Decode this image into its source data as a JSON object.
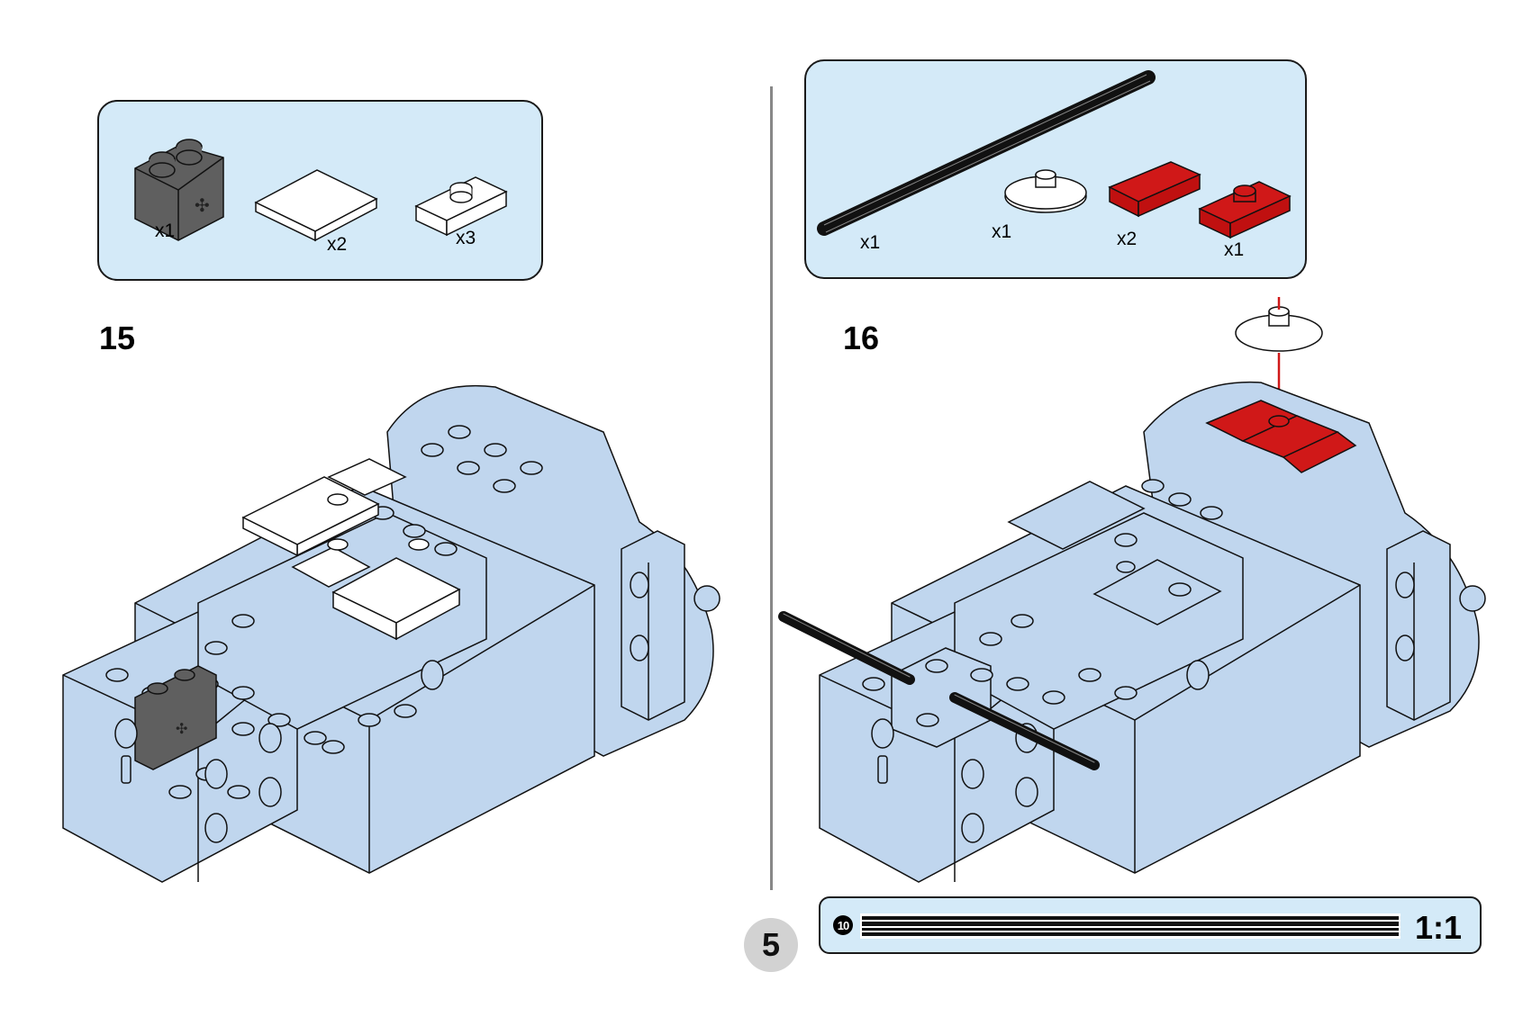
{
  "page": {
    "page_number": "5",
    "divider": "vertical-divider"
  },
  "steps": [
    {
      "step_number": "15",
      "parts": [
        {
          "name": "technic-brick-1x2-axle-hole",
          "color": "#5f5f5f",
          "qty": "x1"
        },
        {
          "name": "tile-2x2",
          "color": "#ffffff",
          "qty": "x2"
        },
        {
          "name": "plate-1x2-jumper",
          "color": "#ffffff",
          "qty": "x3"
        }
      ]
    },
    {
      "step_number": "16",
      "parts": [
        {
          "name": "technic-axle-10",
          "color": "#111111",
          "qty": "x1"
        },
        {
          "name": "dish-round",
          "color": "#ffffff",
          "qty": "x1"
        },
        {
          "name": "tile-1x2",
          "color": "#d01818",
          "qty": "x2"
        },
        {
          "name": "plate-1x2-jumper",
          "color": "#d01818",
          "qty": "x1"
        }
      ],
      "callout": {
        "axle_length": "10",
        "scale": "1:1"
      }
    }
  ],
  "colors": {
    "model_body": "#c0d6ee",
    "parts_box_bg": "#d4eaf8",
    "highlight_red": "#d01818",
    "arrow_red": "#d01818",
    "dark_gray": "#5f5f5f",
    "page_circle": "#d2d2d2"
  }
}
